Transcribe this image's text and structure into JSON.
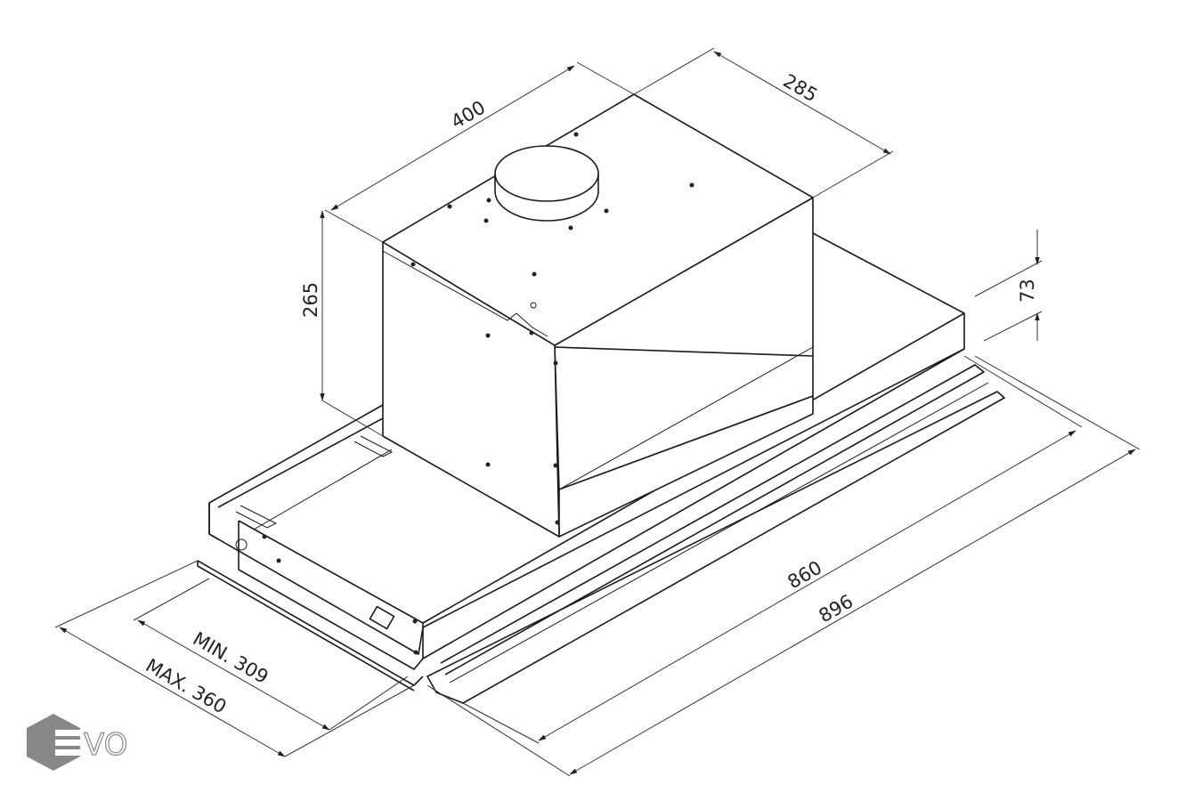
{
  "drawing": {
    "title": "Telescopic cooker hood dimensions",
    "dimensions": {
      "width_top": "400",
      "depth_top": "285",
      "height_motor": "265",
      "height_front": "73",
      "width_inner": "860",
      "width_outer": "896",
      "depth_min": "MIN. 309",
      "depth_max": "MAX. 360"
    }
  },
  "logo": {
    "text": "EVO",
    "color": "#888888"
  }
}
